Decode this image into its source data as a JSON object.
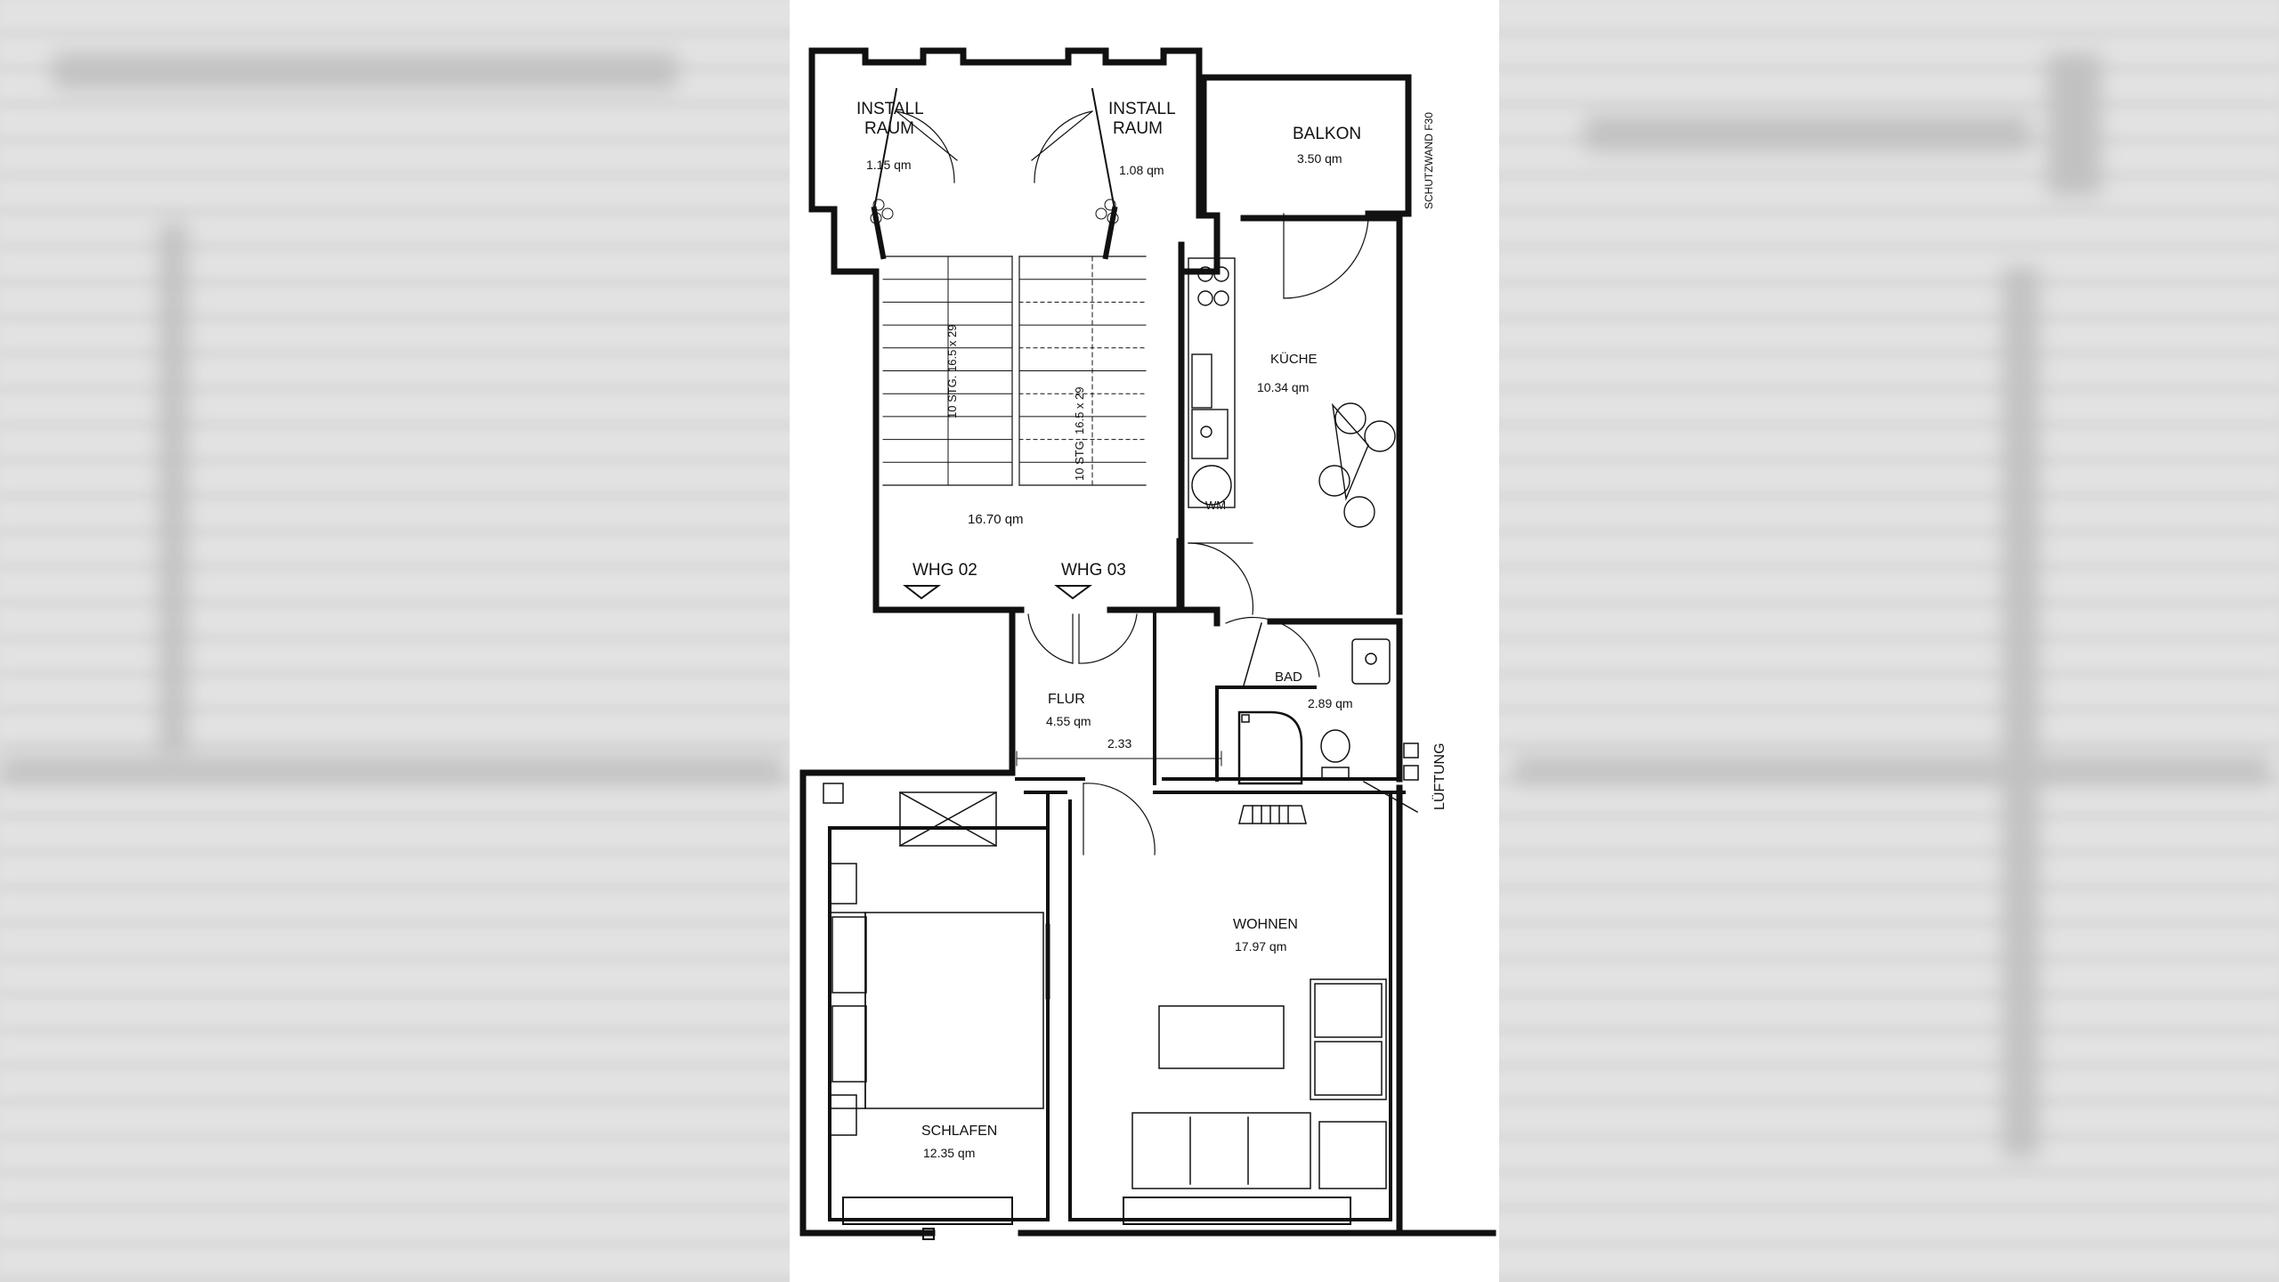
{
  "rooms": {
    "install_left": {
      "name_line1": "INSTALL",
      "name_line2": "RAUM",
      "area": "1.15 qm"
    },
    "install_right": {
      "name_line1": "INSTALL",
      "name_line2": "RAUM",
      "area": "1.08 qm"
    },
    "balkon": {
      "name": "BALKON",
      "area": "3.50 qm",
      "wall_note": "SCHUTZWAND F30"
    },
    "kueche": {
      "name": "KÜCHE",
      "area": "10.34 qm",
      "appliance": "WM"
    },
    "stair": {
      "area": "16.70 qm",
      "flight_left": "10 STG. 16.5 x 29",
      "flight_right": "10 STG. 16.5 x 29"
    },
    "whg02": {
      "label": "WHG 02"
    },
    "whg03": {
      "label": "WHG 03"
    },
    "bad": {
      "name": "BAD",
      "area": "2.89 qm",
      "vent": "LÜFTUNG"
    },
    "flur": {
      "name": "FLUR",
      "area": "4.55 qm",
      "dimension": "2.33"
    },
    "wohnen": {
      "name": "WOHNEN",
      "area": "17.97 qm"
    },
    "schlafen": {
      "name": "SCHLAFEN",
      "area": "12.35 qm"
    }
  },
  "colors": {
    "line": "#111111",
    "paper": "#ffffff",
    "backdrop": "#dcdcdc"
  }
}
